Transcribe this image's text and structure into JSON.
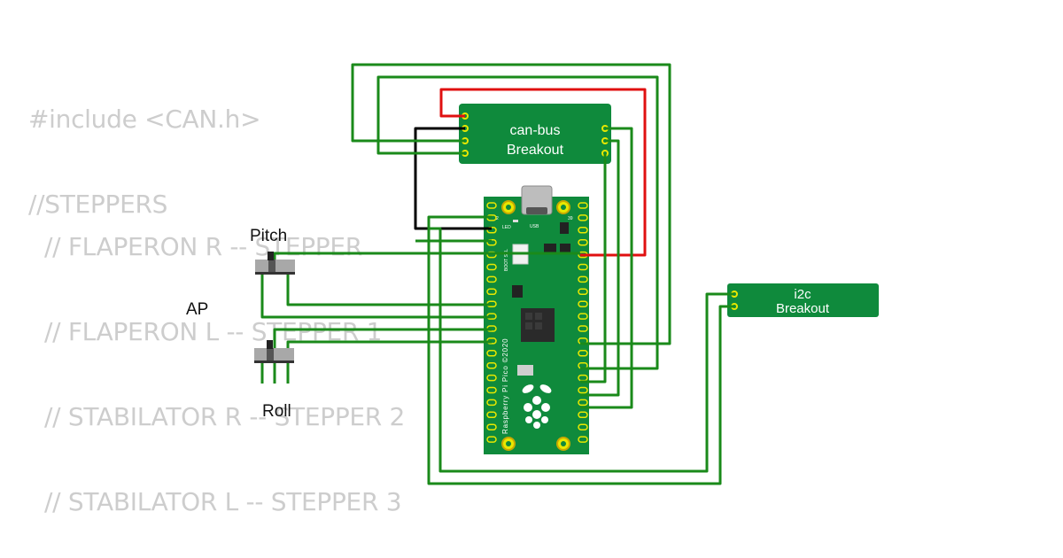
{
  "code": {
    "line1": "#include <CAN.h>",
    "line2": "//STEPPERS",
    "line3": "// FLAPERON R -- STEPPER",
    "line4": "// FLAPERON L -- STEPPER 1",
    "line5": "// STABILATOR R -- STEPPER 2",
    "line6": "// STABILATOR L -- STEPPER 3"
  },
  "components": {
    "canbus": {
      "line1": "can-bus",
      "line2": "Breakout"
    },
    "i2c": {
      "line1": "i2c",
      "line2": "Breakout"
    },
    "switch_pitch": {
      "label": "Pitch"
    },
    "switch_roll": {
      "label": "Roll"
    },
    "switch_ap": {
      "label": "AP"
    },
    "pico": {
      "silkscreen": "Raspberry Pi Pico ©2020",
      "usb_label": "USB",
      "led_label": "LED",
      "boot_label": "BOOT SEL",
      "pin1_label": "2",
      "pin40_label": "39"
    }
  },
  "colors": {
    "wire_signal": "#1a8a1a",
    "wire_power": "#e01010",
    "wire_ground": "#000000",
    "board": "#0f8a3c",
    "code_text": "#cdcdcd"
  }
}
